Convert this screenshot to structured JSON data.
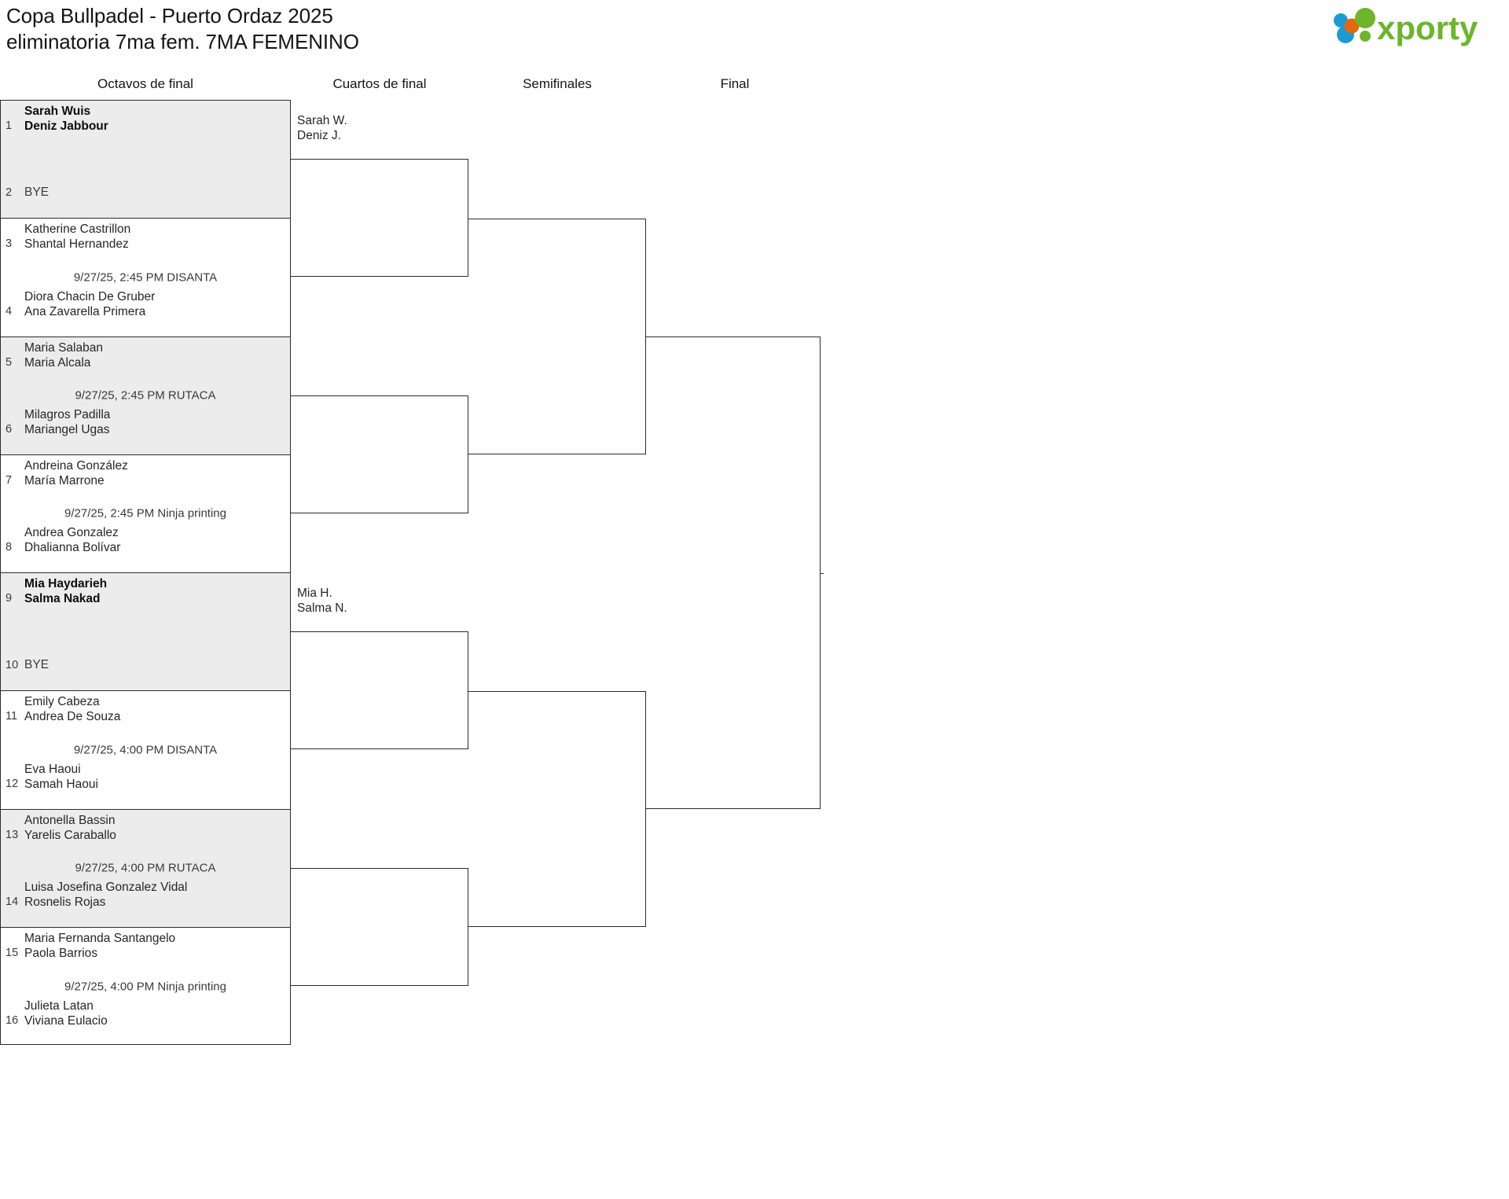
{
  "header": {
    "title_line1": "Copa Bullpadel - Puerto Ordaz 2025",
    "title_line2": "eliminatoria 7ma fem. 7MA FEMENINO",
    "logo_name": "xporty",
    "logo_colors": {
      "green": "#6cb52d",
      "blue": "#1b9ad6",
      "orange": "#e8670c"
    }
  },
  "rounds": [
    {
      "id": "octavos",
      "label": "Octavos de final"
    },
    {
      "id": "cuartos",
      "label": "Cuartos de final"
    },
    {
      "id": "semis",
      "label": "Semifinales"
    },
    {
      "id": "final",
      "label": "Final"
    }
  ],
  "octavos": {
    "matches": [
      {
        "id": "m1",
        "shaded": true,
        "meta": "",
        "top": {
          "seed": "1",
          "players": [
            "Sarah Wuis",
            "Deniz Jabbour"
          ],
          "winner": true,
          "bye": false
        },
        "bottom": {
          "seed": "2",
          "players": [
            "BYE"
          ],
          "winner": false,
          "bye": true
        }
      },
      {
        "id": "m2",
        "shaded": false,
        "meta": "9/27/25, 2:45 PM DISANTA",
        "top": {
          "seed": "3",
          "players": [
            "Katherine Castrillon",
            "Shantal Hernandez"
          ],
          "winner": false,
          "bye": false
        },
        "bottom": {
          "seed": "4",
          "players": [
            "Diora Chacin De Gruber",
            "Ana Zavarella Primera"
          ],
          "winner": false,
          "bye": false
        }
      },
      {
        "id": "m3",
        "shaded": true,
        "meta": "9/27/25, 2:45 PM RUTACA",
        "top": {
          "seed": "5",
          "players": [
            "Maria Salaban",
            "Maria Alcala"
          ],
          "winner": false,
          "bye": false
        },
        "bottom": {
          "seed": "6",
          "players": [
            "Milagros Padilla",
            "Mariangel Ugas"
          ],
          "winner": false,
          "bye": false
        }
      },
      {
        "id": "m4",
        "shaded": false,
        "meta": "9/27/25, 2:45 PM Ninja printing",
        "top": {
          "seed": "7",
          "players": [
            "Andreina González",
            "María Marrone"
          ],
          "winner": false,
          "bye": false
        },
        "bottom": {
          "seed": "8",
          "players": [
            "Andrea Gonzalez",
            "Dhalianna Bolívar"
          ],
          "winner": false,
          "bye": false
        }
      },
      {
        "id": "m5",
        "shaded": true,
        "meta": "",
        "top": {
          "seed": "9",
          "players": [
            "Mia Haydarieh",
            "Salma Nakad"
          ],
          "winner": true,
          "bye": false
        },
        "bottom": {
          "seed": "10",
          "players": [
            "BYE"
          ],
          "winner": false,
          "bye": true
        }
      },
      {
        "id": "m6",
        "shaded": false,
        "meta": "9/27/25, 4:00 PM DISANTA",
        "top": {
          "seed": "11",
          "players": [
            "Emily Cabeza",
            "Andrea De Souza"
          ],
          "winner": false,
          "bye": false
        },
        "bottom": {
          "seed": "12",
          "players": [
            "Eva Haoui",
            "Samah Haoui"
          ],
          "winner": false,
          "bye": false
        }
      },
      {
        "id": "m7",
        "shaded": true,
        "meta": "9/27/25, 4:00 PM RUTACA",
        "top": {
          "seed": "13",
          "players": [
            "Antonella Bassin",
            "Yarelis Caraballo"
          ],
          "winner": false,
          "bye": false
        },
        "bottom": {
          "seed": "14",
          "players": [
            "Luisa Josefina Gonzalez Vidal",
            "Rosnelis Rojas"
          ],
          "winner": false,
          "bye": false
        }
      },
      {
        "id": "m8",
        "shaded": false,
        "meta": "9/27/25, 4:00 PM Ninja printing",
        "top": {
          "seed": "15",
          "players": [
            "Maria Fernanda Santangelo",
            "Paola Barrios"
          ],
          "winner": false,
          "bye": false
        },
        "bottom": {
          "seed": "16",
          "players": [
            "Julieta Latan",
            "Viviana Eulacio"
          ],
          "winner": false,
          "bye": false
        }
      }
    ]
  },
  "cuartos": {
    "matches": [
      {
        "id": "q1",
        "top": {
          "players": [
            "Sarah W.",
            "Deniz J."
          ]
        },
        "bottom": {
          "players": []
        }
      },
      {
        "id": "q2",
        "top": {
          "players": []
        },
        "bottom": {
          "players": []
        }
      },
      {
        "id": "q3",
        "top": {
          "players": [
            "Mia H.",
            "Salma N."
          ]
        },
        "bottom": {
          "players": []
        }
      },
      {
        "id": "q4",
        "top": {
          "players": []
        },
        "bottom": {
          "players": []
        }
      }
    ]
  },
  "semis": {
    "matches": [
      {
        "id": "s1",
        "top": {
          "players": []
        },
        "bottom": {
          "players": []
        }
      },
      {
        "id": "s2",
        "top": {
          "players": []
        },
        "bottom": {
          "players": []
        }
      }
    ]
  },
  "final": {
    "matches": [
      {
        "id": "f1",
        "top": {
          "players": []
        },
        "bottom": {
          "players": []
        }
      }
    ]
  }
}
